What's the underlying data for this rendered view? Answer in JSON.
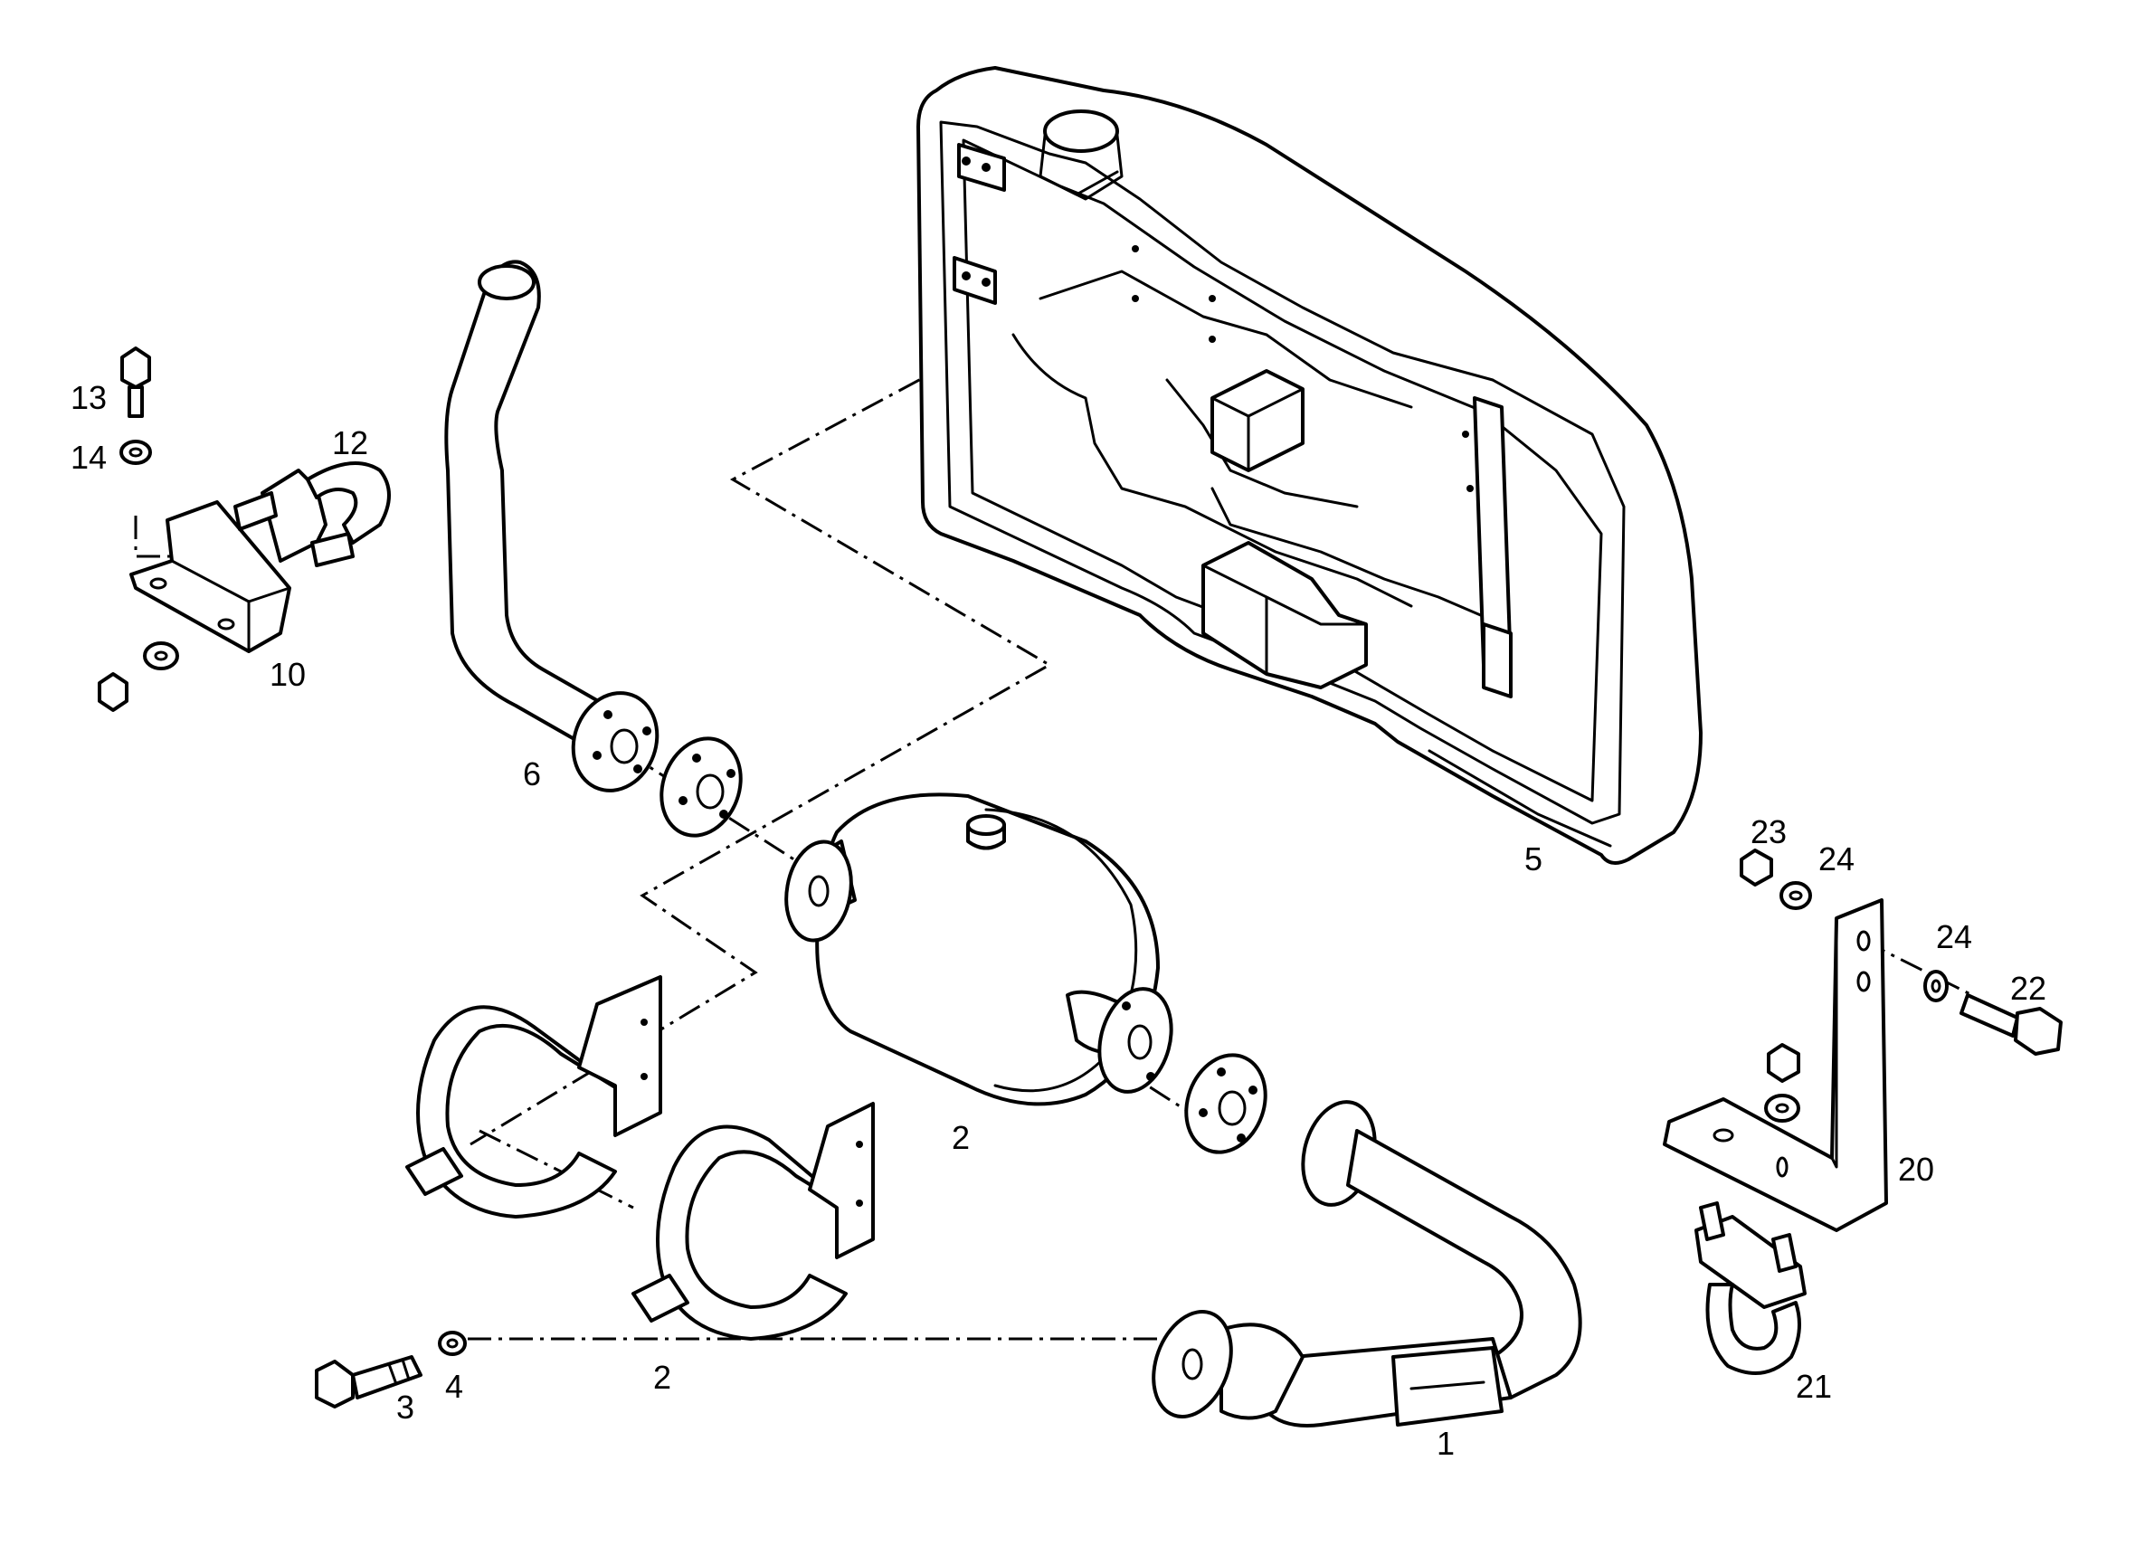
{
  "callouts": {
    "c1": "1",
    "c2a": "2",
    "c2b": "2",
    "c3": "3",
    "c4": "4",
    "c5": "5",
    "c6": "6",
    "c10": "10",
    "c12": "12",
    "c13": "13",
    "c14": "14",
    "c20": "20",
    "c21": "21",
    "c22": "22",
    "c23": "23",
    "c24a": "24",
    "c24b": "24"
  }
}
